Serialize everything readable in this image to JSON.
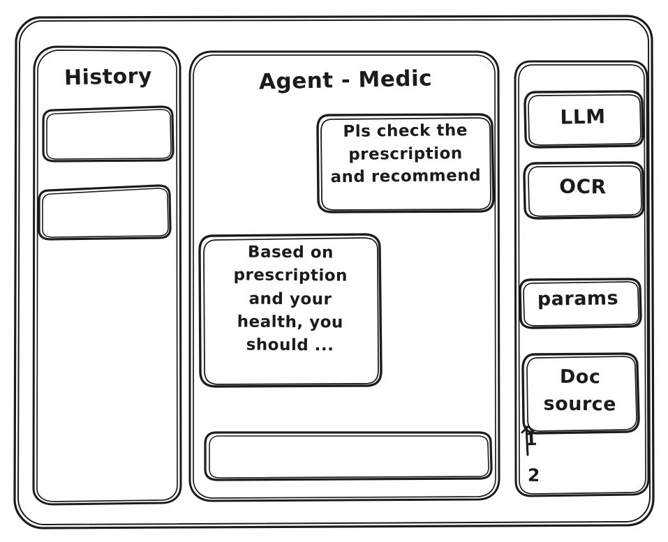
{
  "meta": {
    "style": "hand-drawn wireframe sketch",
    "ink_color": "#1b1b1b",
    "background_color": "#ffffff"
  },
  "window": {
    "frame_label": "app-window"
  },
  "sidebar_left": {
    "title": "History",
    "items": [
      {
        "label": "",
        "name": "history-item-1"
      },
      {
        "label": "",
        "name": "history-item-2"
      }
    ]
  },
  "main": {
    "title": "Agent - Medic",
    "messages": [
      {
        "role": "user",
        "text": "Pls check the\nprescription\nand recommend"
      },
      {
        "role": "assistant",
        "text": "Based on\nprescription\nand your\nhealth, you\nshould ..."
      }
    ],
    "composer": {
      "value": "",
      "placeholder": ""
    }
  },
  "sidebar_right": {
    "tools": [
      {
        "label": "LLM",
        "name": "tool-llm"
      },
      {
        "label": "OCR",
        "name": "tool-ocr"
      }
    ],
    "params": {
      "label": "params"
    },
    "doc_source": {
      "label": "Doc\nsource",
      "entries": [
        "1",
        "2"
      ]
    }
  }
}
